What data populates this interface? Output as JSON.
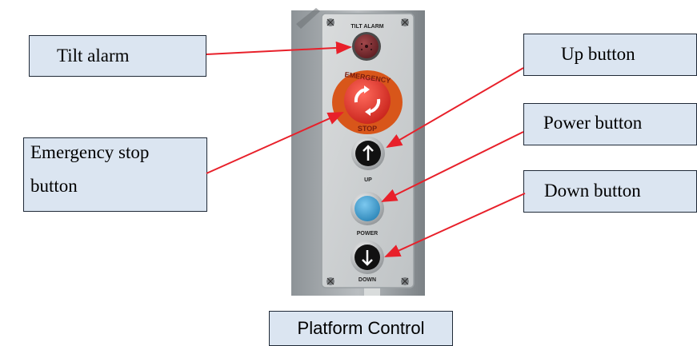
{
  "callouts": {
    "tilt_alarm": "Tilt alarm",
    "emergency_stop_line1": "Emergency stop",
    "emergency_stop_line2": "button",
    "up_button": "Up button",
    "power_button": "Power button",
    "down_button": "Down button"
  },
  "panel": {
    "tilt_label": "TILT ALARM",
    "emergency_label": "EMERGENCY",
    "stop_label": "STOP",
    "up_label": "UP",
    "power_label": "POWER",
    "down_label": "DOWN"
  },
  "caption": "Platform Control",
  "colors": {
    "callout_fill": "#dbe5f1",
    "leader_line": "#e8202a",
    "panel_face": "#cfd2d3",
    "estop_red": "#e8443b",
    "power_blue": "#3fa6d8"
  }
}
